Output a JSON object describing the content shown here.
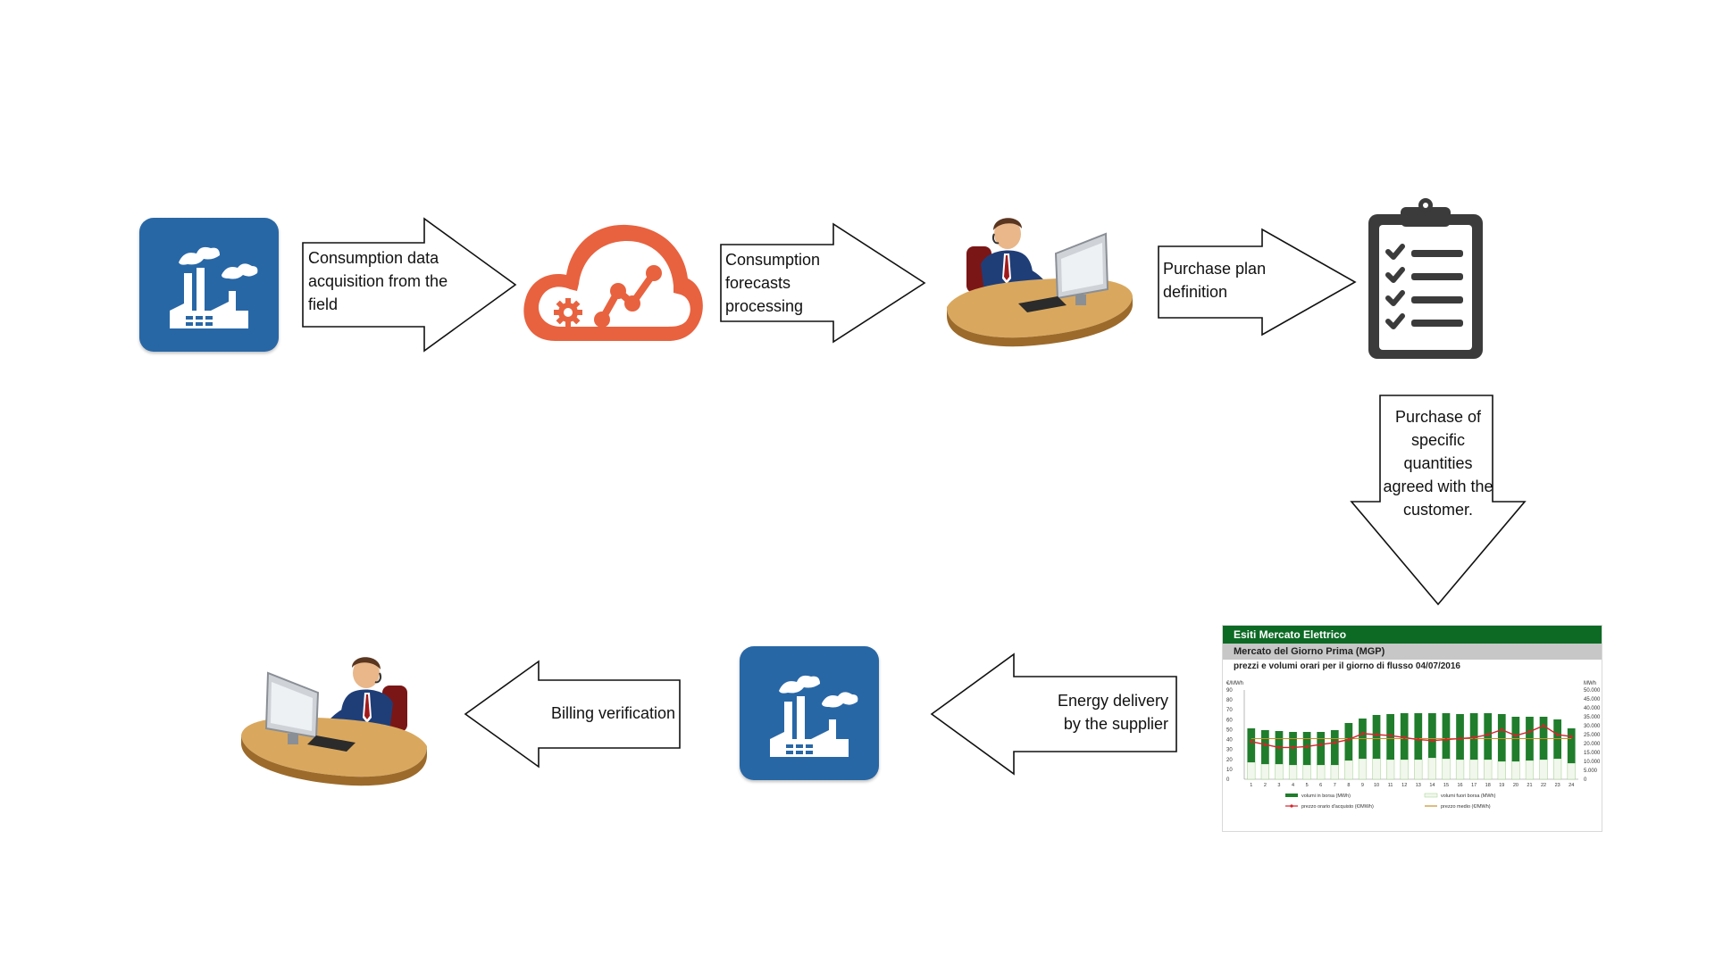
{
  "flow": {
    "arrow_consumption_acquisition": "Consumption data acquisition from the field",
    "arrow_forecasts": "Consumption forecasts processing",
    "arrow_purchase_plan": "Purchase plan definition",
    "arrow_purchase_quantities": "Purchase of specific quantities agreed with the customer.",
    "arrow_energy_delivery": "Energy delivery by the supplier",
    "arrow_billing": "Billing verification"
  },
  "icons": {
    "factory_top": "factory-icon",
    "cloud": "cloud-analytics-icon",
    "operator_top": "operator-at-desk-icon",
    "clipboard": "clipboard-checklist-icon",
    "factory_bottom": "factory-icon",
    "operator_bottom": "operator-at-desk-icon"
  },
  "colors": {
    "tile_blue": "#2867a6",
    "cloud_orange": "#e8623f",
    "chart_green": "#0d6a25",
    "chart_red": "#d8222b"
  },
  "chart_panel": {
    "header": "Esiti Mercato Elettrico",
    "subheader": "Mercato del Giorno Prima (MGP)",
    "caption": "prezzi e volumi orari per il giorno di flusso 04/07/2016",
    "left_unit": "€/MWh",
    "right_unit": "MWh"
  },
  "chart_data": {
    "type": "bar",
    "categories": [
      "1",
      "2",
      "3",
      "4",
      "5",
      "6",
      "7",
      "8",
      "9",
      "10",
      "11",
      "12",
      "13",
      "14",
      "15",
      "16",
      "17",
      "18",
      "19",
      "20",
      "21",
      "22",
      "23",
      "24"
    ],
    "left_ticks": [
      "0",
      "10",
      "20",
      "30",
      "40",
      "50",
      "60",
      "70",
      "80",
      "90"
    ],
    "right_ticks": [
      "0",
      "5.000",
      "10.000",
      "15.000",
      "20.000",
      "25.000",
      "30.000",
      "35.000",
      "40.000",
      "45.000",
      "50.000"
    ],
    "ylim_left": [
      0,
      90
    ],
    "ylim_right": [
      0,
      50000
    ],
    "series": [
      {
        "name": "volumi in borsa (MWh)",
        "values": [
          19000,
          19000,
          18500,
          18500,
          18500,
          18500,
          19500,
          21000,
          22500,
          24500,
          25500,
          26000,
          26000,
          25000,
          25500,
          25500,
          26000,
          26000,
          26500,
          25000,
          24500,
          24000,
          22000,
          19500
        ]
      },
      {
        "name": "volumi fuori borsa (MWh)",
        "values": [
          9500,
          8500,
          8500,
          8000,
          8000,
          8000,
          8000,
          10500,
          11500,
          11500,
          11000,
          11000,
          11000,
          12000,
          11500,
          11000,
          11000,
          11000,
          10000,
          10000,
          10500,
          11000,
          11500,
          9000
        ]
      },
      {
        "name": "prezzo orario d'acquisto (€/MWh)",
        "values": [
          38,
          35,
          32,
          32,
          33,
          35,
          37,
          40,
          46,
          45,
          44,
          42,
          40,
          39,
          40,
          41,
          42,
          45,
          50,
          44,
          48,
          54,
          45,
          43
        ]
      },
      {
        "name": "prezzo medio (€/MWh)",
        "values": [
          41,
          41,
          41,
          41,
          41,
          41,
          41,
          41,
          41,
          41,
          41,
          41,
          41,
          41,
          41,
          41,
          41,
          41,
          41,
          41,
          41,
          41,
          41,
          41
        ]
      }
    ]
  }
}
